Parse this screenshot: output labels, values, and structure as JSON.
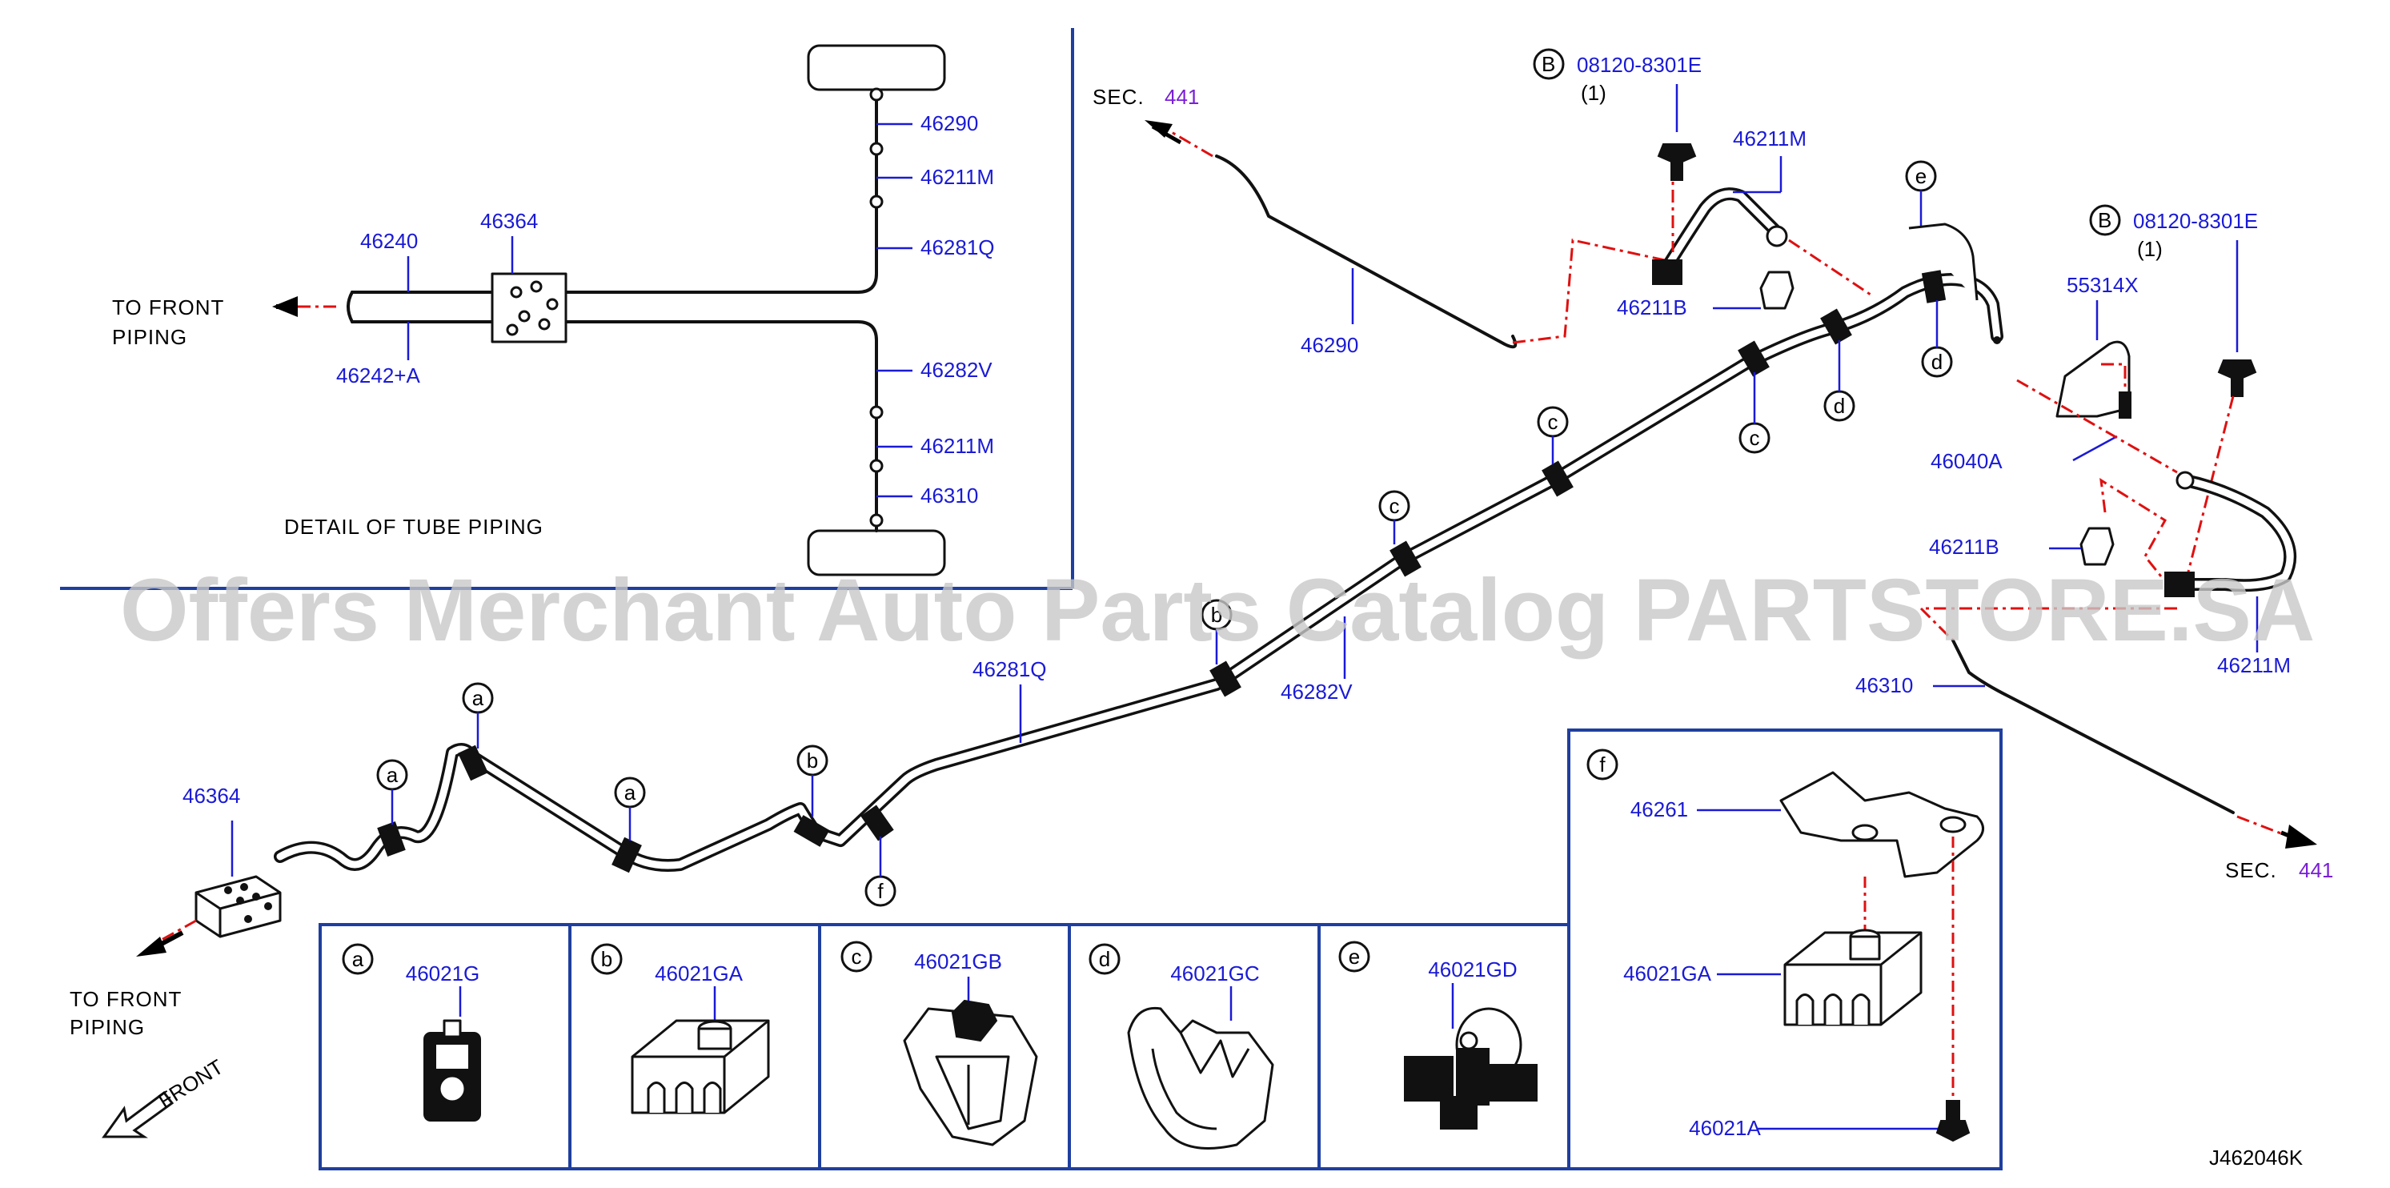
{
  "diagram_id": "J462046K",
  "watermark": "Offers Merchant Auto Parts Catalog PARTSTORE.SA",
  "detail": {
    "title": "DETAIL OF TUBE PIPING",
    "to_front_line1": "TO FRONT",
    "to_front_line2": "PIPING",
    "parts": [
      "46240",
      "46364",
      "46242+A",
      "46290",
      "46211M",
      "46281Q",
      "46282V",
      "46211M",
      "46310"
    ]
  },
  "main": {
    "sec_label": "SEC.",
    "sec_num": "441",
    "bolt_part": "08120-8301E",
    "bolt_qty": "(1)",
    "bolt_badge": "B",
    "parts": {
      "p46211M_top": "46211M",
      "p46211B_top": "46211B",
      "p46290": "46290",
      "p55314X": "55314X",
      "p46040A": "46040A",
      "p46211B_right": "46211B",
      "p46211M_right": "46211M",
      "p46310": "46310",
      "p46281Q": "46281Q",
      "p46282V": "46282V",
      "p46364": "46364"
    },
    "front_arrow": "FRONT",
    "clip_letters": [
      "a",
      "b",
      "c",
      "d",
      "e",
      "f"
    ]
  },
  "legend": [
    {
      "letter": "a",
      "part": "46021G"
    },
    {
      "letter": "b",
      "part": "46021GA"
    },
    {
      "letter": "c",
      "part": "46021GB"
    },
    {
      "letter": "d",
      "part": "46021GC"
    },
    {
      "letter": "e",
      "part": "46021GD"
    }
  ],
  "legend_f": {
    "letter": "f",
    "parts": [
      "46261",
      "46021GA",
      "46021A"
    ]
  },
  "colors": {
    "part_number": "#1a1ad6",
    "section_ref": "#7a1fd6",
    "centerline": "#e01010",
    "frame": "#1f3f9f"
  }
}
